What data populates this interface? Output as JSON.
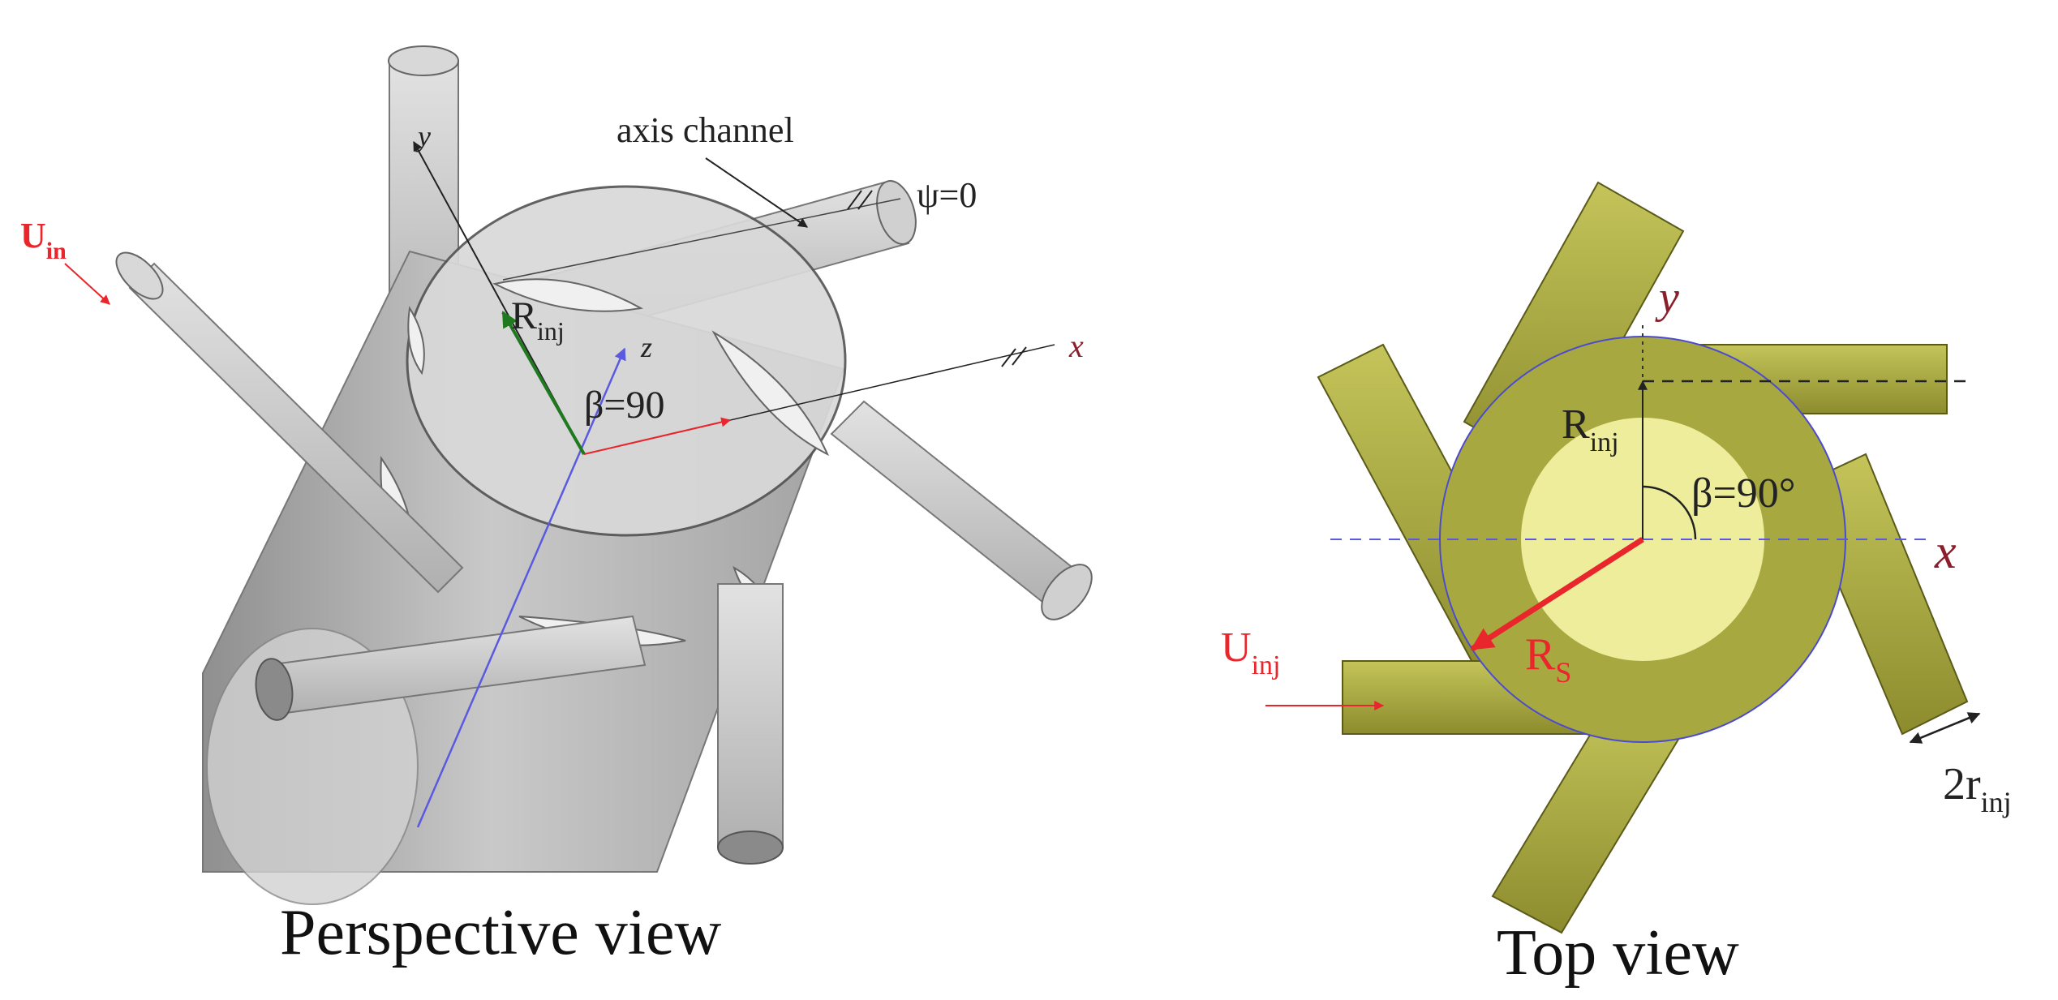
{
  "perspective": {
    "caption": "Perspective view",
    "axis_channel_label": "axis channel",
    "psi_label": "ψ=0",
    "beta_label": "β=90",
    "u_in": {
      "base": "U",
      "sub": "in"
    },
    "r_inj": {
      "base": "R",
      "sub": "inj"
    },
    "axis_x": "x",
    "axis_y": "y",
    "axis_z": "z"
  },
  "top": {
    "caption": "Top view",
    "axis_x": "x",
    "axis_y": "y",
    "beta_label": "β=90°",
    "r_inj": {
      "base": "R",
      "sub": "inj"
    },
    "r_s": {
      "base": "R",
      "sub": "S"
    },
    "u_inj": {
      "base": "U",
      "sub": "inj"
    },
    "two_r_inj": {
      "base": "2r",
      "sub": "inj"
    }
  },
  "colors": {
    "cylinder_gray": "#c8c8c8",
    "pipe_olive": "#a3a33d",
    "disk_light": "#eded9c",
    "accent_red": "#e8262b",
    "axis_blue": "#5a5ae0",
    "arrow_green": "#1f7a1f"
  }
}
